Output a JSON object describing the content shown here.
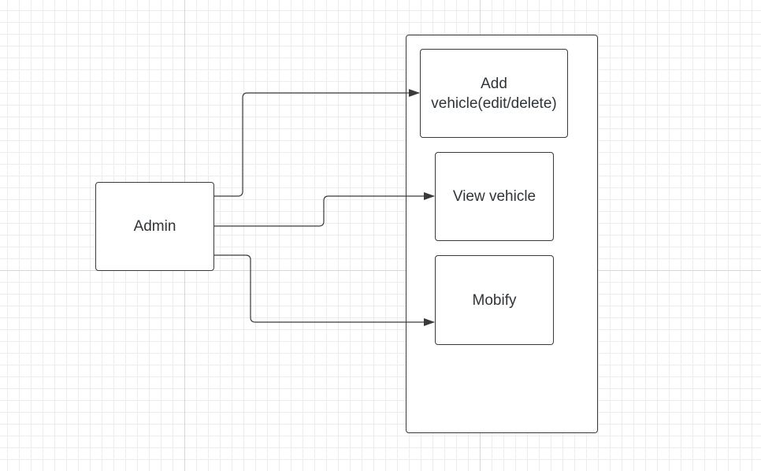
{
  "diagram": {
    "nodes": {
      "admin": {
        "label": "Admin"
      },
      "add_vehicle": {
        "line1": "Add",
        "line2": "vehicle(edit/delete)"
      },
      "view_vehicle": {
        "label": "View vehicle"
      },
      "mobify": {
        "label": "Mobify"
      }
    },
    "edges": [
      {
        "from": "Admin",
        "to": "Add vehicle(edit/delete)"
      },
      {
        "from": "Admin",
        "to": "View vehicle"
      },
      {
        "from": "Admin",
        "to": "Mobify"
      }
    ],
    "colors": {
      "stroke": "#3a3a3a",
      "text": "#2f3438",
      "grid_major": "#d6d6d6",
      "grid_minor": "#ececec"
    }
  }
}
